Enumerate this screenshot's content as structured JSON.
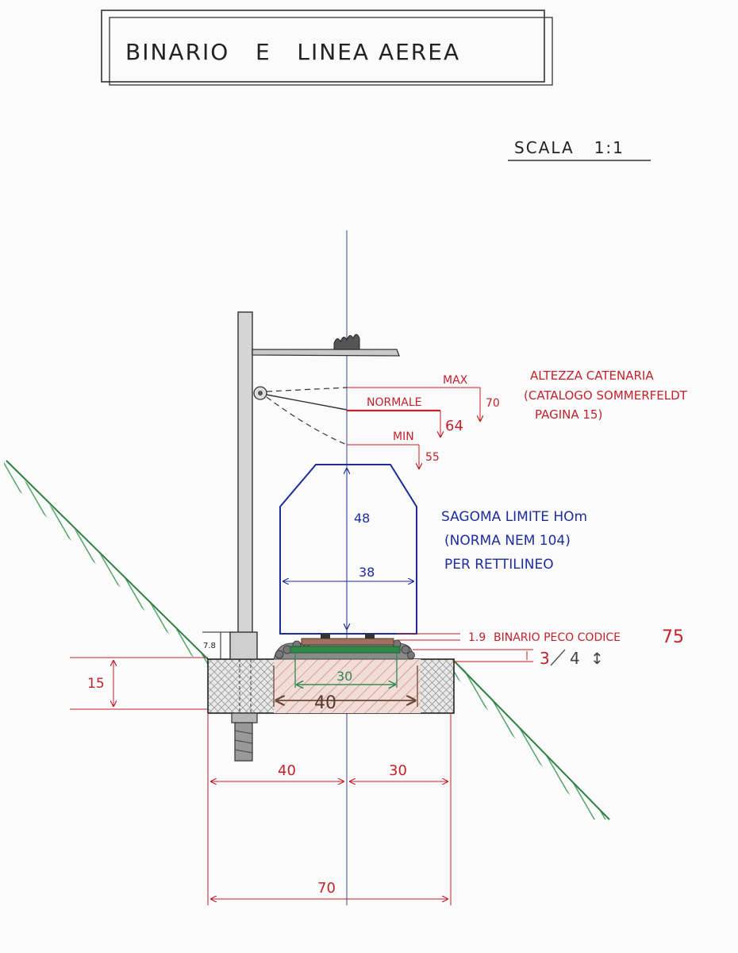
{
  "title": "BINARIO   E   LINEA AEREA",
  "scale": "SCALA   1:1",
  "catenary": {
    "label_max": "MAX",
    "value_max": "70",
    "label_normal": "NORMALE",
    "value_normal": "64",
    "label_min": "MIN",
    "value_min": "55",
    "note_line1": "ALTEZZA CATENARIA",
    "note_line2": "(CATALOGO SOMMERFELDT",
    "note_line3": "PAGINA 15)"
  },
  "gauge": {
    "height": "48",
    "width": "38",
    "note_line1": "SAGOMA LIMITE HOm",
    "note_line2": "(NORMA NEM 104)",
    "note_line3": "PER RETTILINEO"
  },
  "track": {
    "rail_height": "1.9",
    "rail_note": "BINARIO PECO CODICE",
    "rail_code": "75",
    "ballast_old": "3",
    "ballast_new": "4",
    "ballast_arrow": "↕",
    "sleeper_inner": "30",
    "sleeper_outer": "40"
  },
  "base": {
    "pole_base_height": "7.8",
    "embankment_height": "15",
    "left_width": "40",
    "right_width": "30",
    "total_width": "70"
  },
  "colors": {
    "ink": "#1f1f1f",
    "red": "#c2222b",
    "blue": "#1d2e9b",
    "green": "#2e8a4a",
    "grass": "#3f9b55",
    "brown": "#6a4a3a",
    "ballast_hatch": "#c98a80"
  }
}
